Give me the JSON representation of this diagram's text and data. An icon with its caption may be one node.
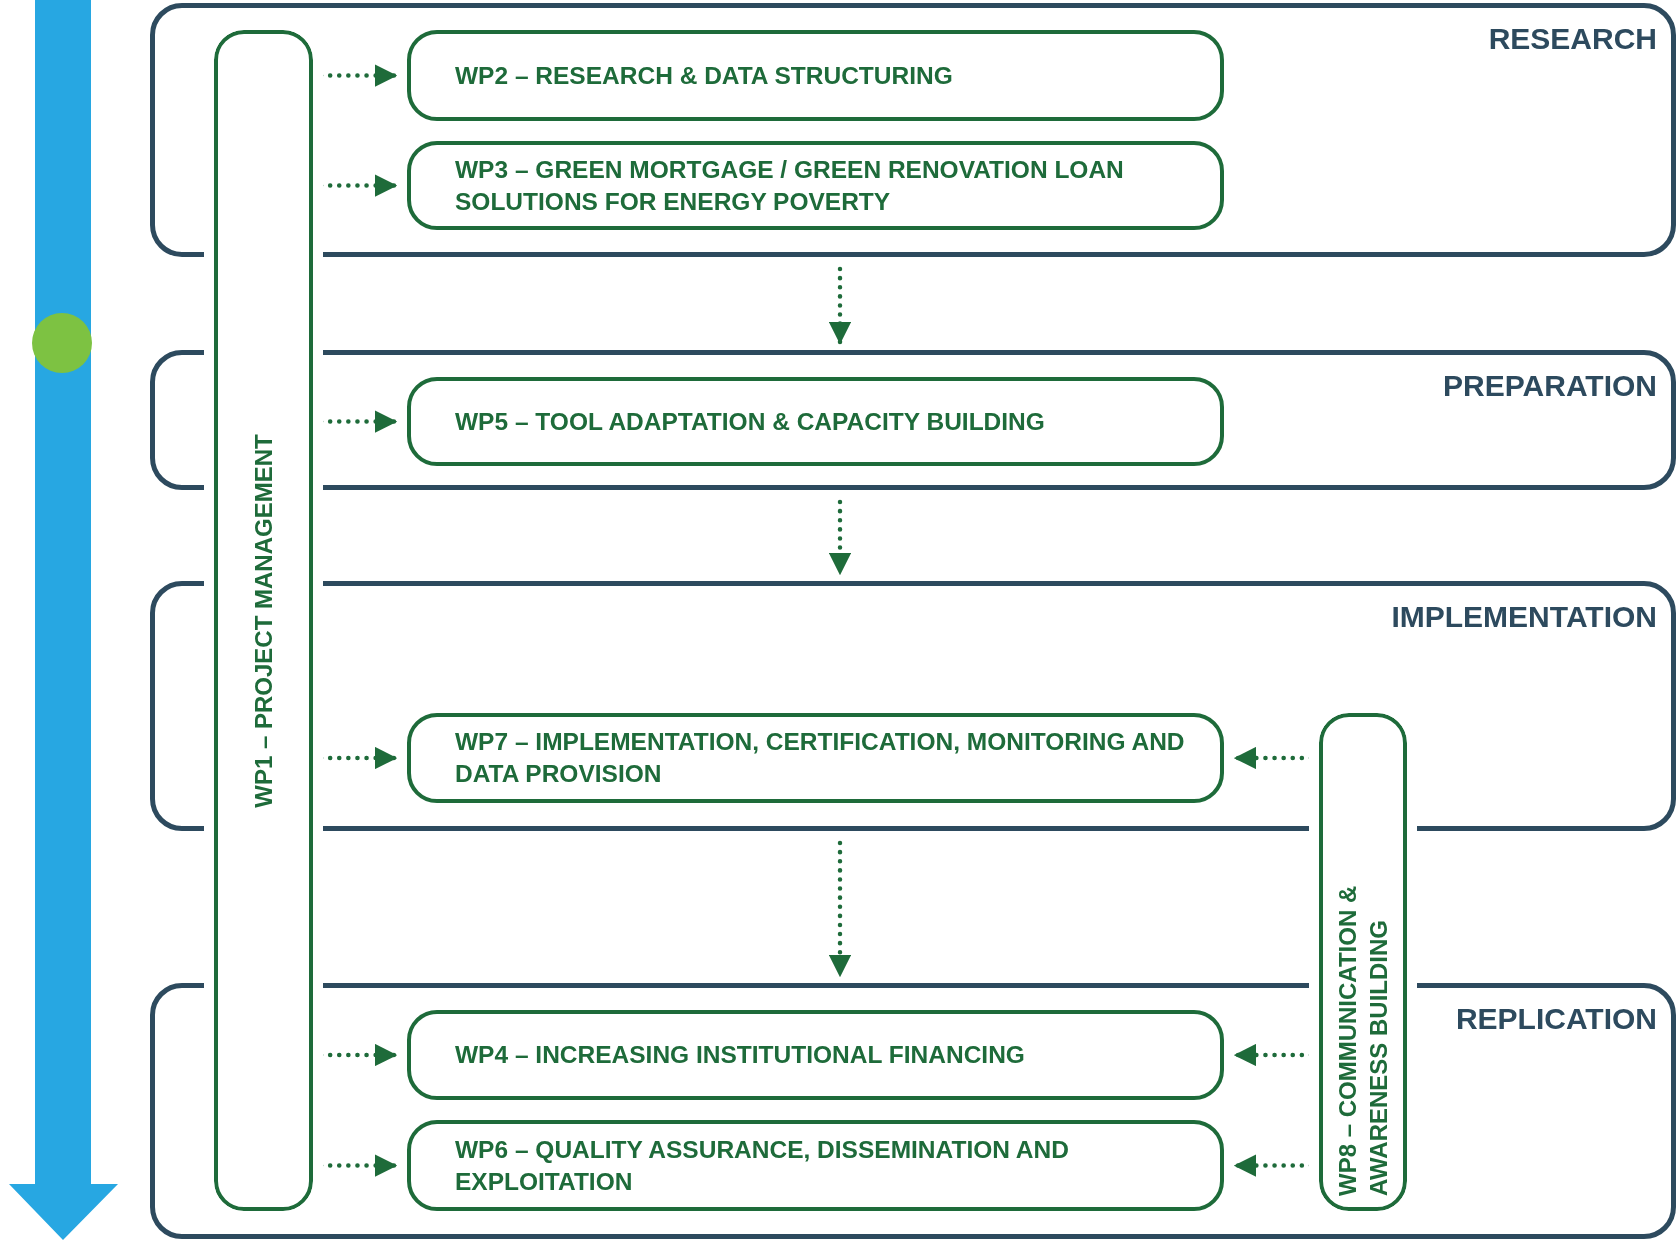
{
  "diagram": {
    "nodes": [
      {
        "text": [
          "RESEARCH"
        ]
      },
      {
        "text": [
          "WP2 – RESEARCH & DATA STRUCTURING"
        ],
        "in": 0
      },
      {
        "text": [
          "WP3 – GREEN MORTGAGE / GREEN RENOVATION LOAN SOLUTIONS FOR ENERGY POVERTY"
        ],
        "in": 0
      },
      {
        "text": [
          "PREPARATION"
        ]
      },
      {
        "text": [
          "WP5 – TOOL ADAPTATION & CAPACITY BUILDING"
        ],
        "in": 3
      },
      {
        "text": [
          "IMPLEMENTATION"
        ]
      },
      {
        "text": [
          "WP7 – IMPLEMENTATION, CERTIFICATION, MONITORING AND DATA PROVISION"
        ],
        "in": 5
      },
      {
        "text": [
          "REPLICATION"
        ]
      },
      {
        "text": [
          "WP4 – INCREASING INSTITUTIONAL FINANCING"
        ],
        "in": 7
      },
      {
        "text": [
          "WP6 – QUALITY ASSURANCE, DISSEMINATION AND EXPLOITATION"
        ],
        "in": 7
      },
      {
        "text": [
          "WP1 – PROJECT MANAGEMENT"
        ]
      },
      {
        "text": [
          "WP8 – COMMUNICATION & AWARENESS BUILDING"
        ]
      }
    ],
    "edges": [
      {
        "from": 0,
        "to": 3,
        "arrow": "to",
        "style": "dashed"
      },
      {
        "from": 3,
        "to": 5,
        "arrow": "to",
        "style": "dashed"
      },
      {
        "from": 5,
        "to": 7,
        "arrow": "to",
        "style": "dashed"
      },
      {
        "from": 10,
        "to": 1,
        "arrow": "to",
        "style": "dashed"
      },
      {
        "from": 10,
        "to": 2,
        "arrow": "to",
        "style": "dashed"
      },
      {
        "from": 10,
        "to": 4,
        "arrow": "to",
        "style": "dashed"
      },
      {
        "from": 10,
        "to": 6,
        "arrow": "to",
        "style": "dashed"
      },
      {
        "from": 10,
        "to": 8,
        "arrow": "to",
        "style": "dashed"
      },
      {
        "from": 10,
        "to": 9,
        "arrow": "to",
        "style": "dashed"
      },
      {
        "from": 11,
        "to": 6,
        "arrow": "to",
        "style": "dashed"
      },
      {
        "from": 11,
        "to": 8,
        "arrow": "to",
        "style": "dashed"
      },
      {
        "from": 11,
        "to": 9,
        "arrow": "to",
        "style": "dashed"
      }
    ]
  }
}
